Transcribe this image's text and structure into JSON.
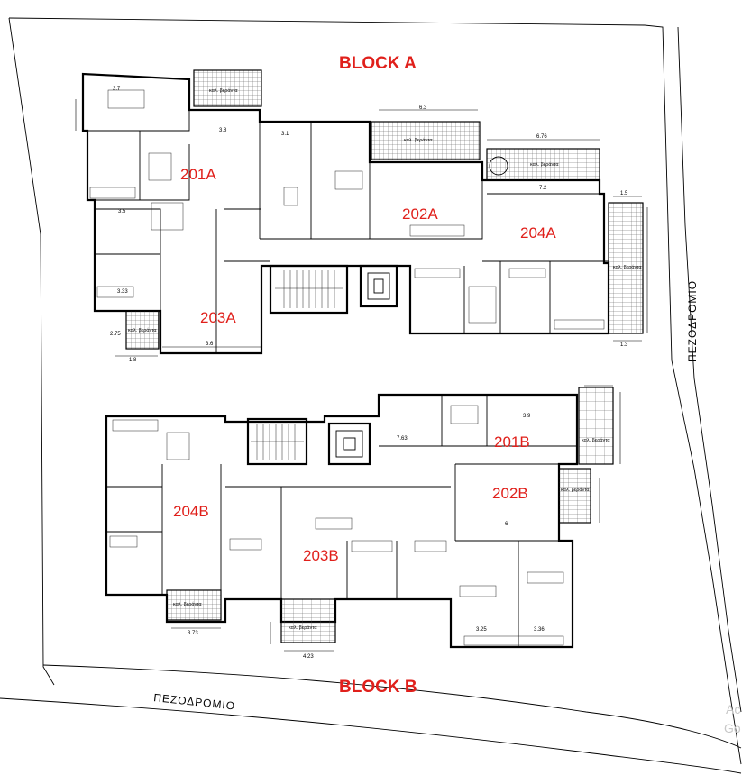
{
  "blocks": {
    "a_title": "BLOCK A",
    "b_title": "BLOCK B"
  },
  "units": {
    "u201a": "201A",
    "u202a": "202A",
    "u203a": "203A",
    "u204a": "204A",
    "u201b": "201B",
    "u202b": "202B",
    "u203b": "203B",
    "u204b": "204B"
  },
  "street": {
    "right": "ΠΕΖΟΔΡΟΜΙΟ",
    "bottom": "ΠΕΖΟΔΡΟΜΙΟ"
  },
  "balcony_label": "καλ. βεράντα",
  "dims": {
    "d1": "3.7",
    "d2": "3.8",
    "d3": "3.1",
    "d4": "3.5",
    "d5": "6.3",
    "d6": "6.76",
    "d7": "7.2",
    "d8": "3.6",
    "d9": "1.8",
    "d10": "3.33",
    "d11": "3.9",
    "d12": "7.63",
    "d13": "3.25",
    "d14": "3.36",
    "d15": "4.23",
    "d16": "6",
    "d17": "3.73",
    "d18": "2.75",
    "d19": "1.5",
    "d20": "1.3"
  },
  "watermark": {
    "line1": "Ac",
    "line2": "Go"
  }
}
